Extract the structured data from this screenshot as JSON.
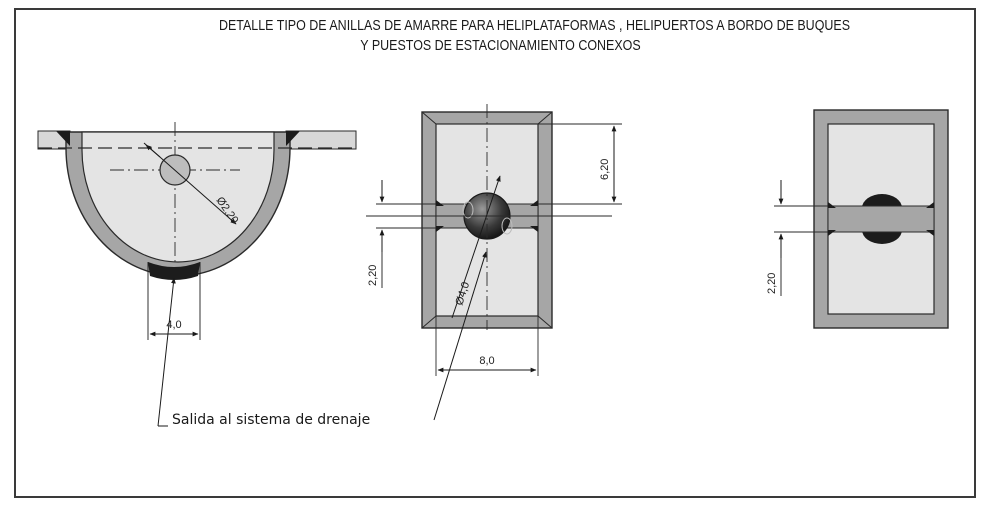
{
  "title": {
    "line1": "DETALLE TIPO DE ANILLAS DE AMARRE PARA HELIPLATAFORMAS ,  HELIPUERTOS A BORDO DE BUQUES",
    "line2": "Y PUESTOS DE ESTACIONAMIENTO CONEXOS"
  },
  "dimensions": {
    "left_diameter": "Ø2,20",
    "left_width": "4,0",
    "mid_height": "6,20",
    "mid_bar": "2,20",
    "mid_diameter": "Ø4,0",
    "mid_width": "8,0",
    "right_bar": "2,20"
  },
  "callout": "Salida al sistema de drenaje",
  "colors": {
    "wall": "#a6a6a6",
    "fill": "#e4e4e4",
    "dark": "#1c1c1c",
    "stroke": "#2a2a2a"
  }
}
